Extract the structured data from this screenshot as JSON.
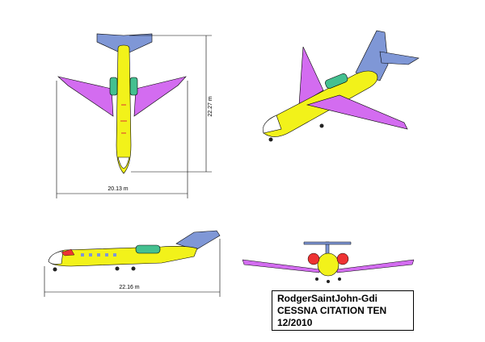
{
  "dimensions": {
    "top_length": "22.27 m",
    "top_span": "20.13 m",
    "side_length": "22.16 m"
  },
  "title_block": {
    "author": "RodgerSaintJohn-Gdi",
    "aircraft": "CESSNA CITATION TEN",
    "date": "12/2010"
  },
  "views": [
    "top",
    "perspective",
    "side",
    "front"
  ],
  "colors": {
    "fuselage": "#f2f21a",
    "wing": "#d36cf0",
    "tail": "#7f97d6",
    "nose": "#ffffff",
    "engine": "#44c090",
    "line": "#000000"
  }
}
